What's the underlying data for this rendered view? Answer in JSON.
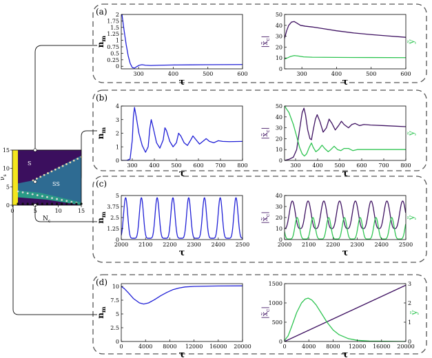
{
  "figure": {
    "panel_labels": [
      "(a)",
      "(b)",
      "(c)",
      "(d)"
    ],
    "phase_diagram": {
      "xlabel": "N",
      "xlabel_sub": "c",
      "ylabel": "ν",
      "ylabel_sub": "s",
      "region_labels": [
        "S",
        "SS"
      ],
      "x_ticks": [
        "0",
        "5",
        "10",
        "15"
      ],
      "y_ticks": [
        "0",
        "5",
        "10",
        "15"
      ]
    },
    "axis_symbols": {
      "tau": "τ",
      "nm": "n",
      "nm_sub": "m",
      "xc": "|x̃",
      "xc_sub": "c",
      "xc_end": "|",
      "y": "ỹ"
    },
    "colors": {
      "nm": "#1f1fd6",
      "xc": "#3d1060",
      "y": "#2ec451",
      "region_S": "#3b0f5e",
      "region_SS": "#2e6b92",
      "region_low": "#2a9a86",
      "region_yellow": "#f4e61e"
    }
  },
  "chart_data": [
    {
      "panel": "(a)",
      "side": "left",
      "type": "line",
      "xlim": [
        250,
        600
      ],
      "ylim": [
        -0.1,
        2.0
      ],
      "x_ticks": [
        "300",
        "400",
        "500",
        "600"
      ],
      "y_ticks": [
        {
          "v": 0,
          "label": "0"
        },
        {
          "v": 0.25,
          "label": "0.25"
        },
        {
          "v": 0.5,
          "label": "0.5"
        },
        {
          "v": 0.75,
          "label": "0.75"
        },
        {
          "v": 1,
          "label": "1"
        },
        {
          "v": 1.25,
          "label": "1.25"
        },
        {
          "v": 1.5,
          "label": "1.5"
        },
        {
          "v": 1.75,
          "label": "1.75"
        },
        {
          "v": 2,
          "label": "2"
        }
      ],
      "series": [
        {
          "color_key": "nm",
          "points": [
            [
              252,
              2.0
            ],
            [
              258,
              1.4
            ],
            [
              264,
              0.85
            ],
            [
              270,
              0.4
            ],
            [
              276,
              0.1
            ],
            [
              282,
              -0.05
            ],
            [
              288,
              -0.07
            ],
            [
              294,
              -0.02
            ],
            [
              302,
              0.04
            ],
            [
              310,
              0.06
            ],
            [
              320,
              0.04
            ],
            [
              335,
              0.03
            ],
            [
              360,
              0.04
            ],
            [
              400,
              0.05
            ],
            [
              450,
              0.055
            ],
            [
              500,
              0.06
            ],
            [
              550,
              0.063
            ],
            [
              600,
              0.066
            ]
          ]
        }
      ]
    },
    {
      "panel": "(a)",
      "side": "right",
      "type": "line",
      "xlim": [
        250,
        600
      ],
      "ylim": [
        0,
        50
      ],
      "y2lim": [
        0,
        50
      ],
      "x_ticks": [
        "300",
        "400",
        "500",
        "600"
      ],
      "y_ticks": [
        {
          "v": 0,
          "label": "0"
        },
        {
          "v": 10,
          "label": "10"
        },
        {
          "v": 20,
          "label": "20"
        },
        {
          "v": 30,
          "label": "30"
        },
        {
          "v": 40,
          "label": "40"
        },
        {
          "v": 50,
          "label": "50"
        }
      ],
      "y2_ticks": [],
      "series": [
        {
          "color_key": "xc",
          "points": [
            [
              250,
              28
            ],
            [
              256,
              35
            ],
            [
              262,
              40
            ],
            [
              270,
              43
            ],
            [
              278,
              43.5
            ],
            [
              286,
              42
            ],
            [
              296,
              40
            ],
            [
              310,
              39.2
            ],
            [
              330,
              38.5
            ],
            [
              360,
              37
            ],
            [
              400,
              35
            ],
            [
              450,
              33
            ],
            [
              500,
              31.5
            ],
            [
              550,
              30.2
            ],
            [
              600,
              29
            ]
          ]
        },
        {
          "color_key": "y",
          "points": [
            [
              250,
              9
            ],
            [
              258,
              10
            ],
            [
              268,
              11.5
            ],
            [
              278,
              12.2
            ],
            [
              290,
              11.8
            ],
            [
              305,
              11
            ],
            [
              330,
              10.7
            ],
            [
              400,
              10.5
            ],
            [
              500,
              10.4
            ],
            [
              600,
              10.3
            ]
          ]
        }
      ]
    },
    {
      "panel": "(b)",
      "side": "left",
      "type": "line",
      "xlim": [
        250,
        800
      ],
      "ylim": [
        0,
        4
      ],
      "x_ticks": [
        "300",
        "400",
        "500",
        "600",
        "700",
        "800"
      ],
      "y_ticks": [
        {
          "v": 0,
          "label": "0"
        },
        {
          "v": 1,
          "label": "1"
        },
        {
          "v": 2,
          "label": "2"
        },
        {
          "v": 3,
          "label": "3"
        },
        {
          "v": 4,
          "label": "4"
        }
      ],
      "series": [
        {
          "color_key": "nm",
          "points": [
            [
              250,
              0.0
            ],
            [
              275,
              0.0
            ],
            [
              290,
              0.1
            ],
            [
              300,
              1.5
            ],
            [
              305,
              3.2
            ],
            [
              310,
              3.9
            ],
            [
              318,
              3.2
            ],
            [
              330,
              2.0
            ],
            [
              345,
              1.1
            ],
            [
              360,
              0.6
            ],
            [
              372,
              1.0
            ],
            [
              380,
              2.4
            ],
            [
              386,
              3.0
            ],
            [
              395,
              2.4
            ],
            [
              410,
              1.3
            ],
            [
              425,
              0.9
            ],
            [
              440,
              1.5
            ],
            [
              448,
              2.4
            ],
            [
              455,
              2.2
            ],
            [
              470,
              1.4
            ],
            [
              485,
              1.0
            ],
            [
              500,
              1.3
            ],
            [
              510,
              2.0
            ],
            [
              520,
              1.8
            ],
            [
              535,
              1.3
            ],
            [
              550,
              1.1
            ],
            [
              565,
              1.5
            ],
            [
              575,
              1.8
            ],
            [
              590,
              1.5
            ],
            [
              605,
              1.2
            ],
            [
              620,
              1.4
            ],
            [
              635,
              1.6
            ],
            [
              650,
              1.4
            ],
            [
              670,
              1.3
            ],
            [
              690,
              1.45
            ],
            [
              710,
              1.4
            ],
            [
              740,
              1.38
            ],
            [
              800,
              1.4
            ]
          ]
        }
      ]
    },
    {
      "panel": "(b)",
      "side": "right",
      "type": "line",
      "xlim": [
        250,
        800
      ],
      "ylim": [
        0,
        50
      ],
      "y2lim": [
        0,
        50
      ],
      "x_ticks": [
        "300",
        "400",
        "500",
        "600",
        "700",
        "800"
      ],
      "y_ticks": [
        {
          "v": 0,
          "label": "0"
        },
        {
          "v": 10,
          "label": "10"
        },
        {
          "v": 20,
          "label": "20"
        },
        {
          "v": 30,
          "label": "30"
        },
        {
          "v": 40,
          "label": "40"
        },
        {
          "v": 50,
          "label": "50"
        }
      ],
      "y2_ticks": [],
      "series": [
        {
          "color_key": "xc",
          "points": [
            [
              250,
              0
            ],
            [
              270,
              1
            ],
            [
              290,
              3
            ],
            [
              305,
              10
            ],
            [
              318,
              28
            ],
            [
              330,
              44
            ],
            [
              338,
              48
            ],
            [
              345,
              42
            ],
            [
              355,
              28
            ],
            [
              365,
              20
            ],
            [
              372,
              19
            ],
            [
              380,
              28
            ],
            [
              390,
              38
            ],
            [
              398,
              42
            ],
            [
              410,
              36
            ],
            [
              425,
              26
            ],
            [
              440,
              30
            ],
            [
              452,
              38
            ],
            [
              465,
              34
            ],
            [
              480,
              28
            ],
            [
              495,
              32
            ],
            [
              508,
              36
            ],
            [
              520,
              33
            ],
            [
              540,
              30
            ],
            [
              555,
              33
            ],
            [
              570,
              34
            ],
            [
              590,
              32
            ],
            [
              610,
              33
            ],
            [
              640,
              32.5
            ],
            [
              700,
              32
            ],
            [
              800,
              31
            ]
          ]
        },
        {
          "color_key": "y",
          "points": [
            [
              250,
              50
            ],
            [
              270,
              44
            ],
            [
              290,
              33
            ],
            [
              305,
              22
            ],
            [
              318,
              12
            ],
            [
              330,
              6
            ],
            [
              340,
              4
            ],
            [
              350,
              6
            ],
            [
              362,
              12
            ],
            [
              372,
              16
            ],
            [
              380,
              12
            ],
            [
              392,
              8
            ],
            [
              405,
              10
            ],
            [
              420,
              14
            ],
            [
              432,
              11
            ],
            [
              448,
              8
            ],
            [
              460,
              10
            ],
            [
              475,
              13
            ],
            [
              490,
              10
            ],
            [
              505,
              9
            ],
            [
              520,
              11
            ],
            [
              540,
              11
            ],
            [
              560,
              9
            ],
            [
              580,
              10
            ],
            [
              620,
              10
            ],
            [
              800,
              10
            ]
          ]
        }
      ]
    },
    {
      "panel": "(c)",
      "side": "left",
      "type": "line",
      "xlim": [
        2000,
        2500
      ],
      "ylim": [
        0,
        5
      ],
      "x_ticks": [
        "2000",
        "2100",
        "2200",
        "2300",
        "2400",
        "2500"
      ],
      "y_ticks": [
        {
          "v": 0,
          "label": "0"
        },
        {
          "v": 1.25,
          "label": "1.25"
        },
        {
          "v": 2.5,
          "label": "2.5"
        },
        {
          "v": 3.75,
          "label": "3.75"
        },
        {
          "v": 5,
          "label": "5"
        }
      ],
      "series": [
        {
          "color_key": "nm",
          "periodic": {
            "x0": 2018,
            "period": 65,
            "min": 0.15,
            "max": 4.75,
            "sharp": 3
          }
        }
      ]
    },
    {
      "panel": "(c)",
      "side": "right",
      "type": "line",
      "xlim": [
        2000,
        2500
      ],
      "ylim": [
        0,
        40
      ],
      "y2lim": [
        0,
        40
      ],
      "x_ticks": [
        "2000",
        "2100",
        "2200",
        "2300",
        "2400",
        "2500"
      ],
      "y_ticks": [
        {
          "v": 0,
          "label": "0"
        },
        {
          "v": 10,
          "label": "10"
        },
        {
          "v": 20,
          "label": "20"
        },
        {
          "v": 30,
          "label": "30"
        },
        {
          "v": 40,
          "label": "40"
        }
      ],
      "y2_ticks": [],
      "series": [
        {
          "color_key": "xc",
          "periodic": {
            "x0": 2032,
            "period": 65,
            "min": 10,
            "max": 35,
            "sharp": 1.5
          }
        },
        {
          "color_key": "y",
          "periodic": {
            "x0": 2052,
            "period": 65,
            "min": 0.5,
            "max": 20,
            "sharp": 2.5
          }
        }
      ]
    },
    {
      "panel": "(d)",
      "side": "left",
      "type": "line",
      "xlim": [
        0,
        20000
      ],
      "ylim": [
        0,
        10.5
      ],
      "x_ticks": [
        "0",
        "4000",
        "8000",
        "12000",
        "16000",
        "20000"
      ],
      "y_ticks": [
        {
          "v": 0,
          "label": "0"
        },
        {
          "v": 2.5,
          "label": "2.5"
        },
        {
          "v": 5,
          "label": "5"
        },
        {
          "v": 7.5,
          "label": "7.5"
        },
        {
          "v": 10,
          "label": "10"
        }
      ],
      "series": [
        {
          "color_key": "nm",
          "points": [
            [
              0,
              10.0
            ],
            [
              500,
              9.6
            ],
            [
              1200,
              8.8
            ],
            [
              2000,
              7.8
            ],
            [
              3000,
              7.0
            ],
            [
              3700,
              6.8
            ],
            [
              4500,
              7.0
            ],
            [
              5500,
              7.6
            ],
            [
              6500,
              8.3
            ],
            [
              7500,
              8.9
            ],
            [
              8500,
              9.4
            ],
            [
              9500,
              9.7
            ],
            [
              10500,
              9.9
            ],
            [
              12000,
              10.0
            ],
            [
              14000,
              10.05
            ],
            [
              16000,
              10.08
            ],
            [
              20000,
              10.1
            ]
          ]
        }
      ]
    },
    {
      "panel": "(d)",
      "side": "right",
      "type": "line",
      "xlim": [
        0,
        20000
      ],
      "ylim": [
        0,
        1500
      ],
      "y2lim": [
        0,
        3
      ],
      "x_ticks": [
        "0",
        "4000",
        "8000",
        "12000",
        "16000",
        "20000"
      ],
      "y_ticks": [
        {
          "v": 0,
          "label": "0"
        },
        {
          "v": 500,
          "label": "500"
        },
        {
          "v": 1000,
          "label": "1000"
        },
        {
          "v": 1500,
          "label": "1500"
        }
      ],
      "y2_ticks": [
        {
          "v": 0,
          "label": "0"
        },
        {
          "v": 1,
          "label": "1"
        },
        {
          "v": 2,
          "label": "2"
        },
        {
          "v": 3,
          "label": "3"
        }
      ],
      "series": [
        {
          "color_key": "xc",
          "points": [
            [
              0,
              0
            ],
            [
              20000,
              1460
            ]
          ]
        },
        {
          "color_key": "y",
          "axis": "y2",
          "points": [
            [
              0,
              0.05
            ],
            [
              600,
              0.3
            ],
            [
              1200,
              0.8
            ],
            [
              2000,
              1.5
            ],
            [
              2800,
              2.0
            ],
            [
              3400,
              2.2
            ],
            [
              3900,
              2.25
            ],
            [
              4500,
              2.15
            ],
            [
              5200,
              1.9
            ],
            [
              6000,
              1.5
            ],
            [
              7000,
              1.0
            ],
            [
              8000,
              0.6
            ],
            [
              9000,
              0.35
            ],
            [
              10500,
              0.15
            ],
            [
              12000,
              0.06
            ],
            [
              14000,
              0.02
            ],
            [
              20000,
              0.0
            ]
          ]
        }
      ]
    }
  ]
}
